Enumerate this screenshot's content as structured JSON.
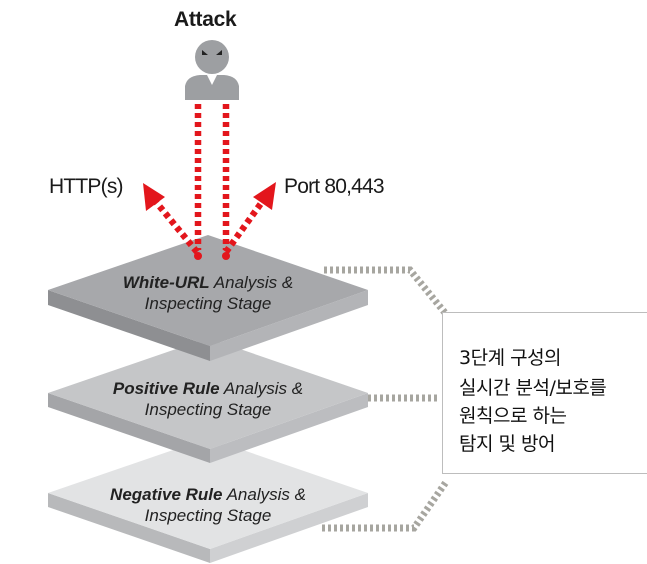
{
  "top_label": "Attack",
  "left_label": "HTTP(s)",
  "right_label": "Port 80,443",
  "layers": [
    {
      "bold": "White-URL",
      "rest": " Analysis &",
      "line2": "Inspecting Stage"
    },
    {
      "bold": "Positive Rule",
      "rest": " Analysis &",
      "line2": "Inspecting Stage"
    },
    {
      "bold": "Negative Rule",
      "rest": " Analysis &",
      "line2": "Inspecting Stage"
    }
  ],
  "callout_lines": [
    "3단계 구성의",
    "실시간 분석/보호를",
    "원칙으로 하는",
    "탐지 및 방어"
  ],
  "colors": {
    "arrow_red": "#e3161c",
    "layer_top": "#a7a8ab",
    "layer_middle": "#c5c6c8",
    "layer_bottom": "#e2e3e4",
    "dotted_connector": "#a7a6a0",
    "attacker": "#9d9fa2"
  }
}
